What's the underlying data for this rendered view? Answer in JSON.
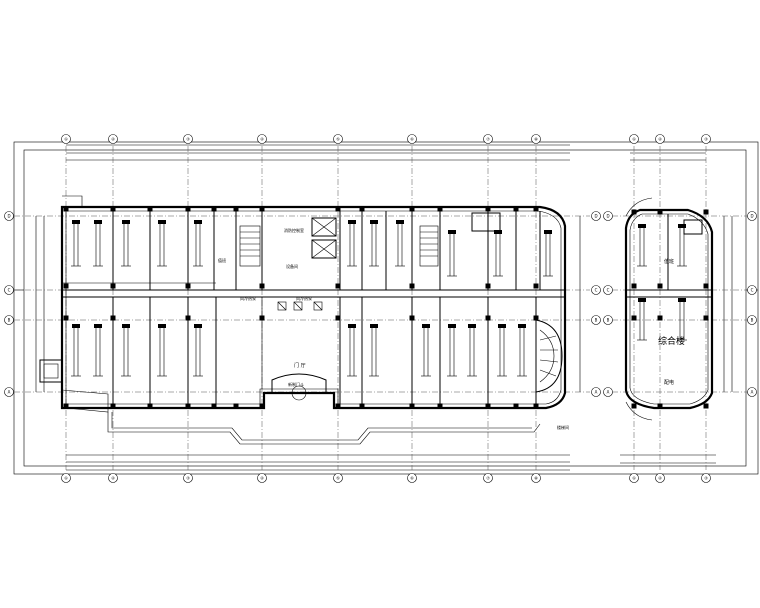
{
  "grid_axes": {
    "main_horizontal": [
      "①",
      "②",
      "③",
      "④",
      "⑤",
      "⑥",
      "⑦",
      "⑧"
    ],
    "annex_horizontal": [
      "①",
      "②",
      "③"
    ],
    "vertical": [
      "D",
      "C",
      "B",
      "A"
    ]
  },
  "labels": {
    "main_hall": "门 厅",
    "entrance": "新制门斗",
    "east_stair": "楼梯间",
    "annex_room_upper": "值班",
    "annex_room_lower": "配电",
    "annex_title": "综合楼",
    "ac_unit_left": "风冷热泵",
    "ac_unit_right": "风冷热泵",
    "room_north_center": "消防控制室",
    "room_north_small": "值班",
    "equipment_room": "设备间"
  }
}
